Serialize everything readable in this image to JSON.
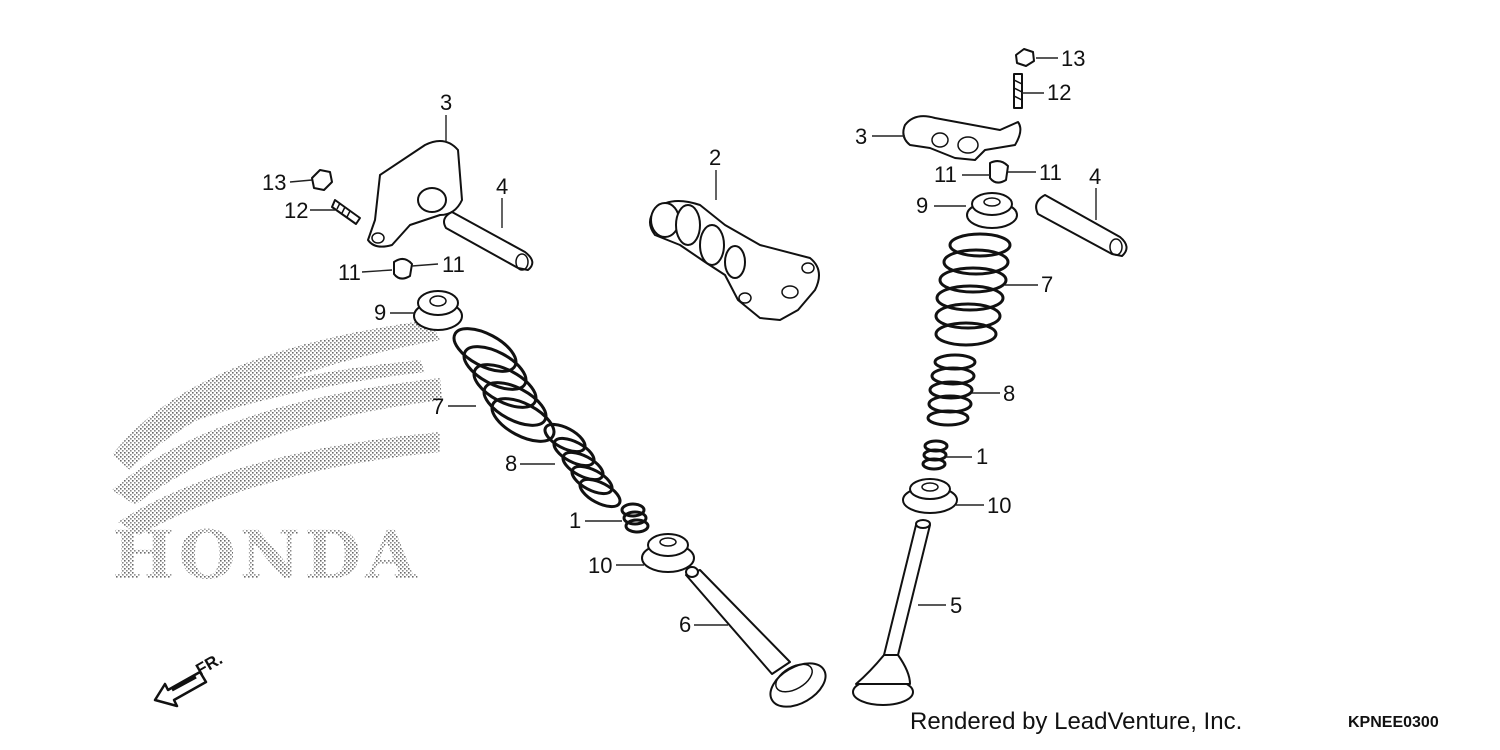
{
  "watermark": {
    "brand": "HONDA"
  },
  "direction_indicator": {
    "label": "FR."
  },
  "footer": {
    "rendered_by": "Rendered by LeadVenture, Inc.",
    "diagram_code": "KPNEE0300"
  },
  "callouts": {
    "left_13": "13",
    "left_12": "12",
    "left_3": "3",
    "left_4": "4",
    "left_11a": "11",
    "left_11b": "11",
    "left_9": "9",
    "left_7": "7",
    "left_8": "8",
    "left_1": "1",
    "left_10": "10",
    "left_6": "6",
    "center_2": "2",
    "right_13": "13",
    "right_12": "12",
    "right_3": "3",
    "right_11a": "11",
    "right_11b": "11",
    "right_4": "4",
    "right_9": "9",
    "right_7": "7",
    "right_8": "8",
    "right_1": "1",
    "right_10": "10",
    "right_5": "5"
  }
}
